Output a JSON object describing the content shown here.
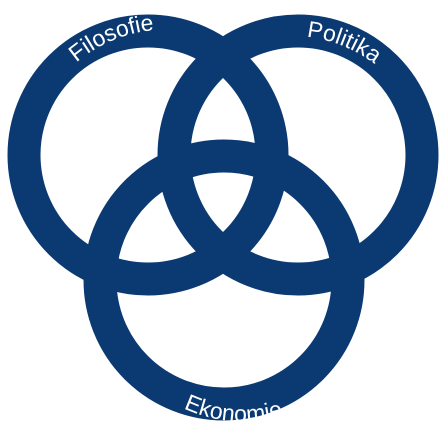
{
  "diagram": {
    "ring_color": "#0b3a73",
    "background": "#ffffff",
    "labels": {
      "left": "Filosofie",
      "right": "Politika",
      "bottom": "Ekonomie"
    }
  }
}
